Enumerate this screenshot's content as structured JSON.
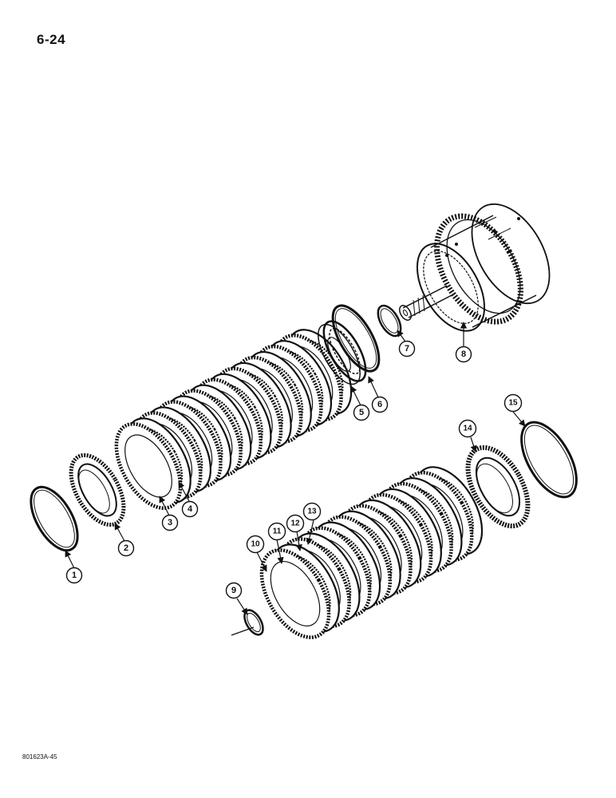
{
  "page_number": "6-24",
  "figure_code": "801623A-45",
  "callouts": [
    "1",
    "2",
    "3",
    "4",
    "5",
    "6",
    "7",
    "8",
    "9",
    "10",
    "11",
    "12",
    "13",
    "14",
    "15"
  ]
}
